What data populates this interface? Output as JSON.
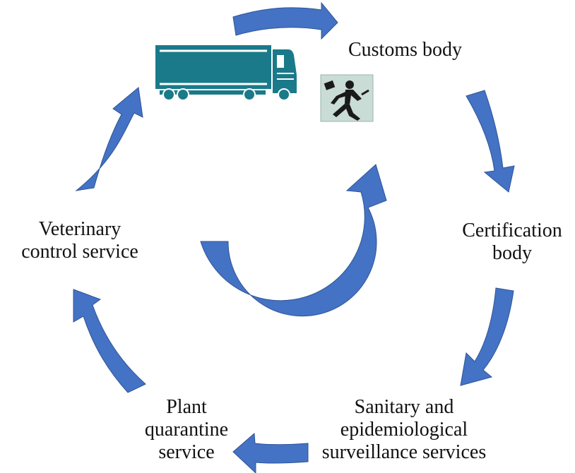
{
  "colors": {
    "arrow": "#4472c4",
    "arrow_edge": "#2f5597",
    "truck": "#1a7a8a",
    "text": "#111111"
  },
  "icons": {
    "truck": "truck-icon",
    "businessman": "running-businessman-icon"
  },
  "nodes": {
    "customs": {
      "lines": [
        "Customs body"
      ]
    },
    "certification": {
      "lines": [
        "Certification",
        "body"
      ]
    },
    "sanitary": {
      "lines": [
        "Sanitary and",
        "epidemiological",
        "surveillance services"
      ]
    },
    "plant": {
      "lines": [
        "Plant",
        "quarantine",
        "service"
      ]
    },
    "veterinary": {
      "lines": [
        "Veterinary",
        "control service"
      ]
    }
  }
}
